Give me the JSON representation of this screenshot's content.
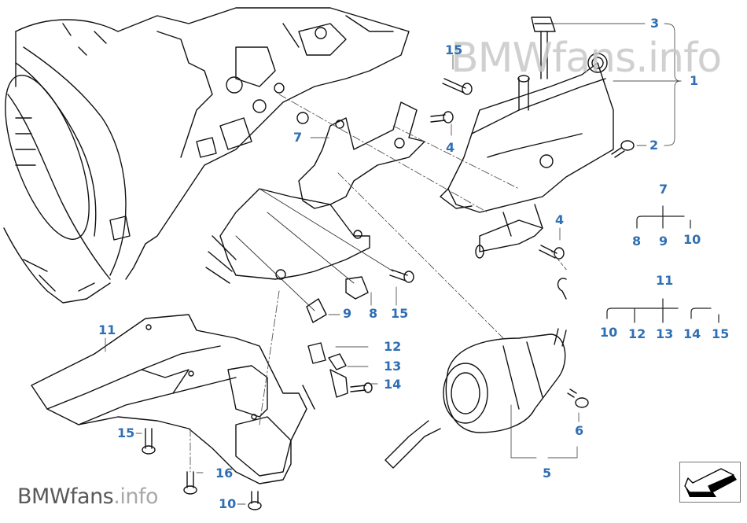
{
  "diagram": {
    "title": "Clutch control / hydraulic reservoir parts diagram",
    "watermark": {
      "brand": "BMWfans",
      "suffix": ".info",
      "full": "BMWfans.info"
    },
    "label_color": "#2f6fb3",
    "callouts": [
      {
        "id": "c3",
        "text": "3"
      },
      {
        "id": "c1",
        "text": "1"
      },
      {
        "id": "c2",
        "text": "2"
      },
      {
        "id": "c15a",
        "text": "15"
      },
      {
        "id": "c4a",
        "text": "4"
      },
      {
        "id": "c7",
        "text": "7"
      },
      {
        "id": "c4b",
        "text": "4"
      },
      {
        "id": "c9",
        "text": "9"
      },
      {
        "id": "c8",
        "text": "8"
      },
      {
        "id": "c15b",
        "text": "15"
      },
      {
        "id": "c11",
        "text": "11"
      },
      {
        "id": "c12",
        "text": "12"
      },
      {
        "id": "c13",
        "text": "13"
      },
      {
        "id": "c14",
        "text": "14"
      },
      {
        "id": "c15c",
        "text": "15"
      },
      {
        "id": "c16",
        "text": "16"
      },
      {
        "id": "c10",
        "text": "10"
      },
      {
        "id": "c6",
        "text": "6"
      },
      {
        "id": "c5",
        "text": "5"
      }
    ],
    "legend_tree_7": {
      "parent": "7",
      "children": [
        "8",
        "9",
        "10"
      ]
    },
    "legend_tree_11": {
      "parent": "11",
      "children": [
        "10",
        "12",
        "13",
        "14",
        "15"
      ]
    },
    "nav_button": {
      "icon": "back-arrow-icon"
    }
  }
}
